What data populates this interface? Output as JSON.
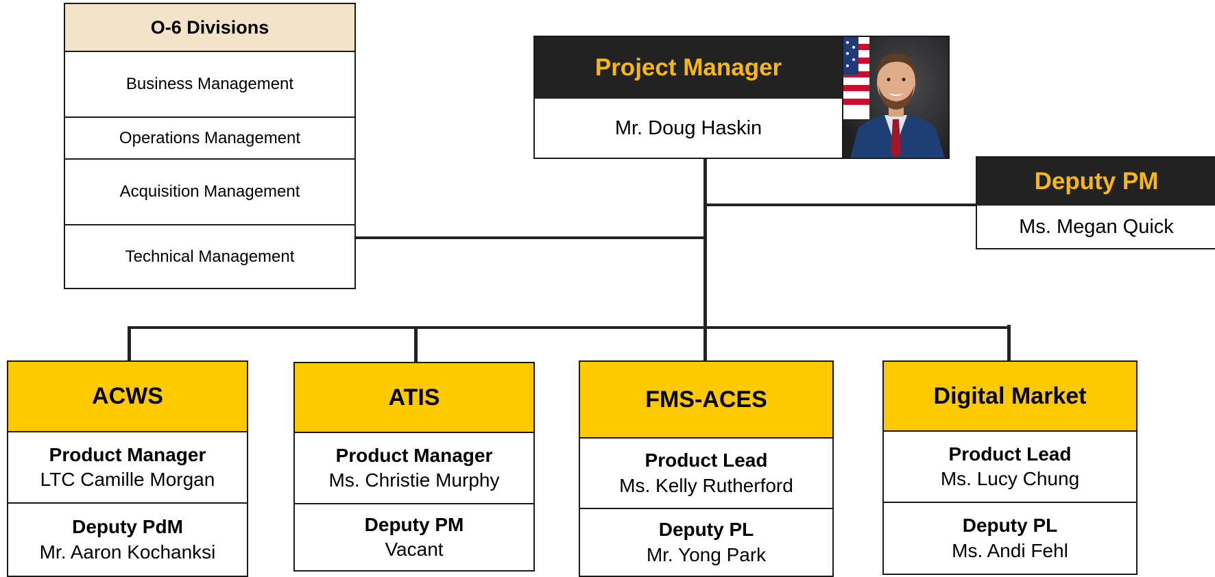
{
  "divisions": {
    "title": "O-6 Divisions",
    "items": [
      "Business Management",
      "Operations Management",
      "Acquisition Management",
      "Technical Management"
    ]
  },
  "pm": {
    "title": "Project Manager",
    "name": "Mr. Doug Haskin"
  },
  "deputy_pm": {
    "title": "Deputy PM",
    "name": "Ms. Megan Quick"
  },
  "products": [
    {
      "title": "ACWS",
      "lead_role": "Product Manager",
      "lead_name": "LTC Camille Morgan",
      "deputy_role": "Deputy PdM",
      "deputy_name": "Mr. Aaron Kochanksi"
    },
    {
      "title": "ATIS",
      "lead_role": "Product Manager",
      "lead_name": "Ms. Christie Murphy",
      "deputy_role": "Deputy PM",
      "deputy_name": "Vacant"
    },
    {
      "title": "FMS-ACES",
      "lead_role": "Product Lead",
      "lead_name": "Ms. Kelly Rutherford",
      "deputy_role": "Deputy PL",
      "deputy_name": "Mr. Yong Park"
    },
    {
      "title": "Digital Market",
      "lead_role": "Product Lead",
      "lead_name": "Ms. Lucy Chung",
      "deputy_role": "Deputy PL",
      "deputy_name": "Ms. Andi Fehl"
    }
  ],
  "colors": {
    "accent_gold": "#ffc900",
    "title_text_gold": "#f7b815",
    "header_dark": "#222222",
    "division_header": "#f2e3c9"
  }
}
